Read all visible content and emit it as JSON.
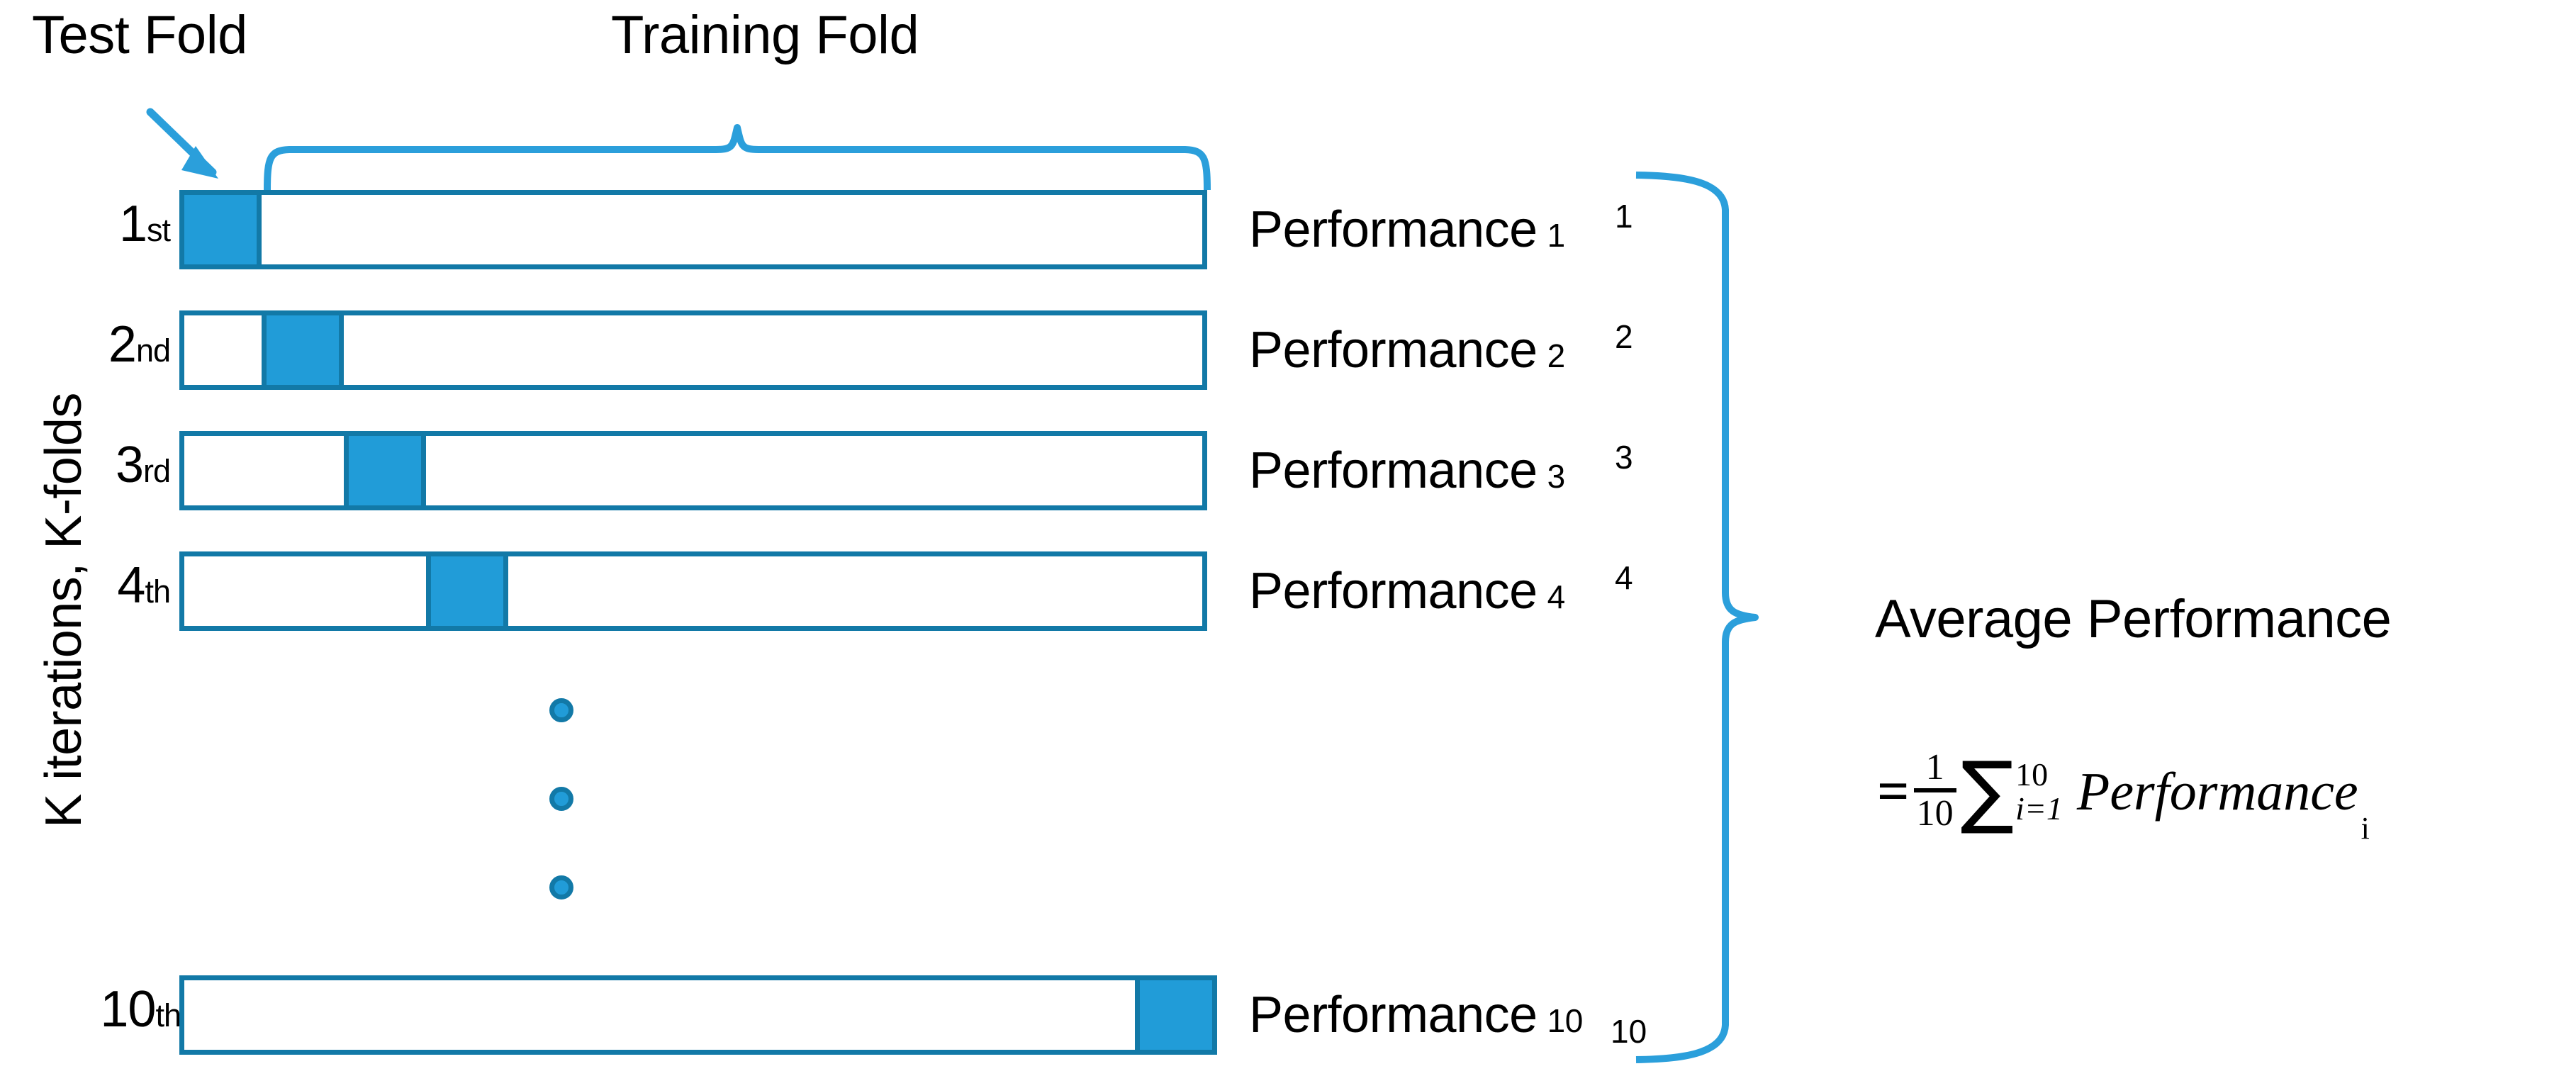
{
  "diagram": {
    "title_test_fold": "Test Fold",
    "title_training_fold": "Training Fold",
    "axis_caption": "K iterations, K-folds",
    "average_label": "Average Performance",
    "accent_fill": "#219CD8",
    "accent_stroke": "#1279A7",
    "brace_color": "#2B9FDB",
    "background": "#FFFFFF"
  },
  "formula": {
    "equals": "=",
    "numerator": "1",
    "denominator": "10",
    "sigma": "∑",
    "upper_limit": "10",
    "lower_limit": "i=1",
    "term": "Performance",
    "term_subscript": "i"
  },
  "rows": [
    {
      "index": 1,
      "number": "1",
      "ordinal": "st",
      "test_cell_index": 0,
      "performance_label": "Performance",
      "performance_subscript": "1",
      "brace_tick": "1"
    },
    {
      "index": 2,
      "number": "2",
      "ordinal": "nd",
      "test_cell_index": 1,
      "performance_label": "Performance",
      "performance_subscript": "2",
      "brace_tick": "2"
    },
    {
      "index": 3,
      "number": "3",
      "ordinal": "rd",
      "test_cell_index": 2,
      "performance_label": "Performance",
      "performance_subscript": "3",
      "brace_tick": "3"
    },
    {
      "index": 4,
      "number": "4",
      "ordinal": "th",
      "test_cell_index": 3,
      "performance_label": "Performance",
      "performance_subscript": "4",
      "brace_tick": "4"
    },
    {
      "index": 10,
      "number": "10",
      "ordinal": "th",
      "test_cell_index": 12,
      "performance_label": "Performance",
      "performance_subscript": "10",
      "brace_tick": "10"
    }
  ],
  "ellipsis": {
    "count": 3,
    "shape": "circle"
  },
  "chart_data": {
    "type": "diagram",
    "title": "K-fold cross validation schematic",
    "folds_total": 10,
    "folds_drawn": [
      1,
      2,
      3,
      4,
      10
    ],
    "cells_per_row": 13,
    "test_cell_position_by_row": {
      "1": 0,
      "2": 1,
      "3": 2,
      "4": 3,
      "10": 12
    },
    "annotations": [
      "Test Fold",
      "Training Fold",
      "K iterations, K-folds",
      "Average Performance"
    ]
  }
}
